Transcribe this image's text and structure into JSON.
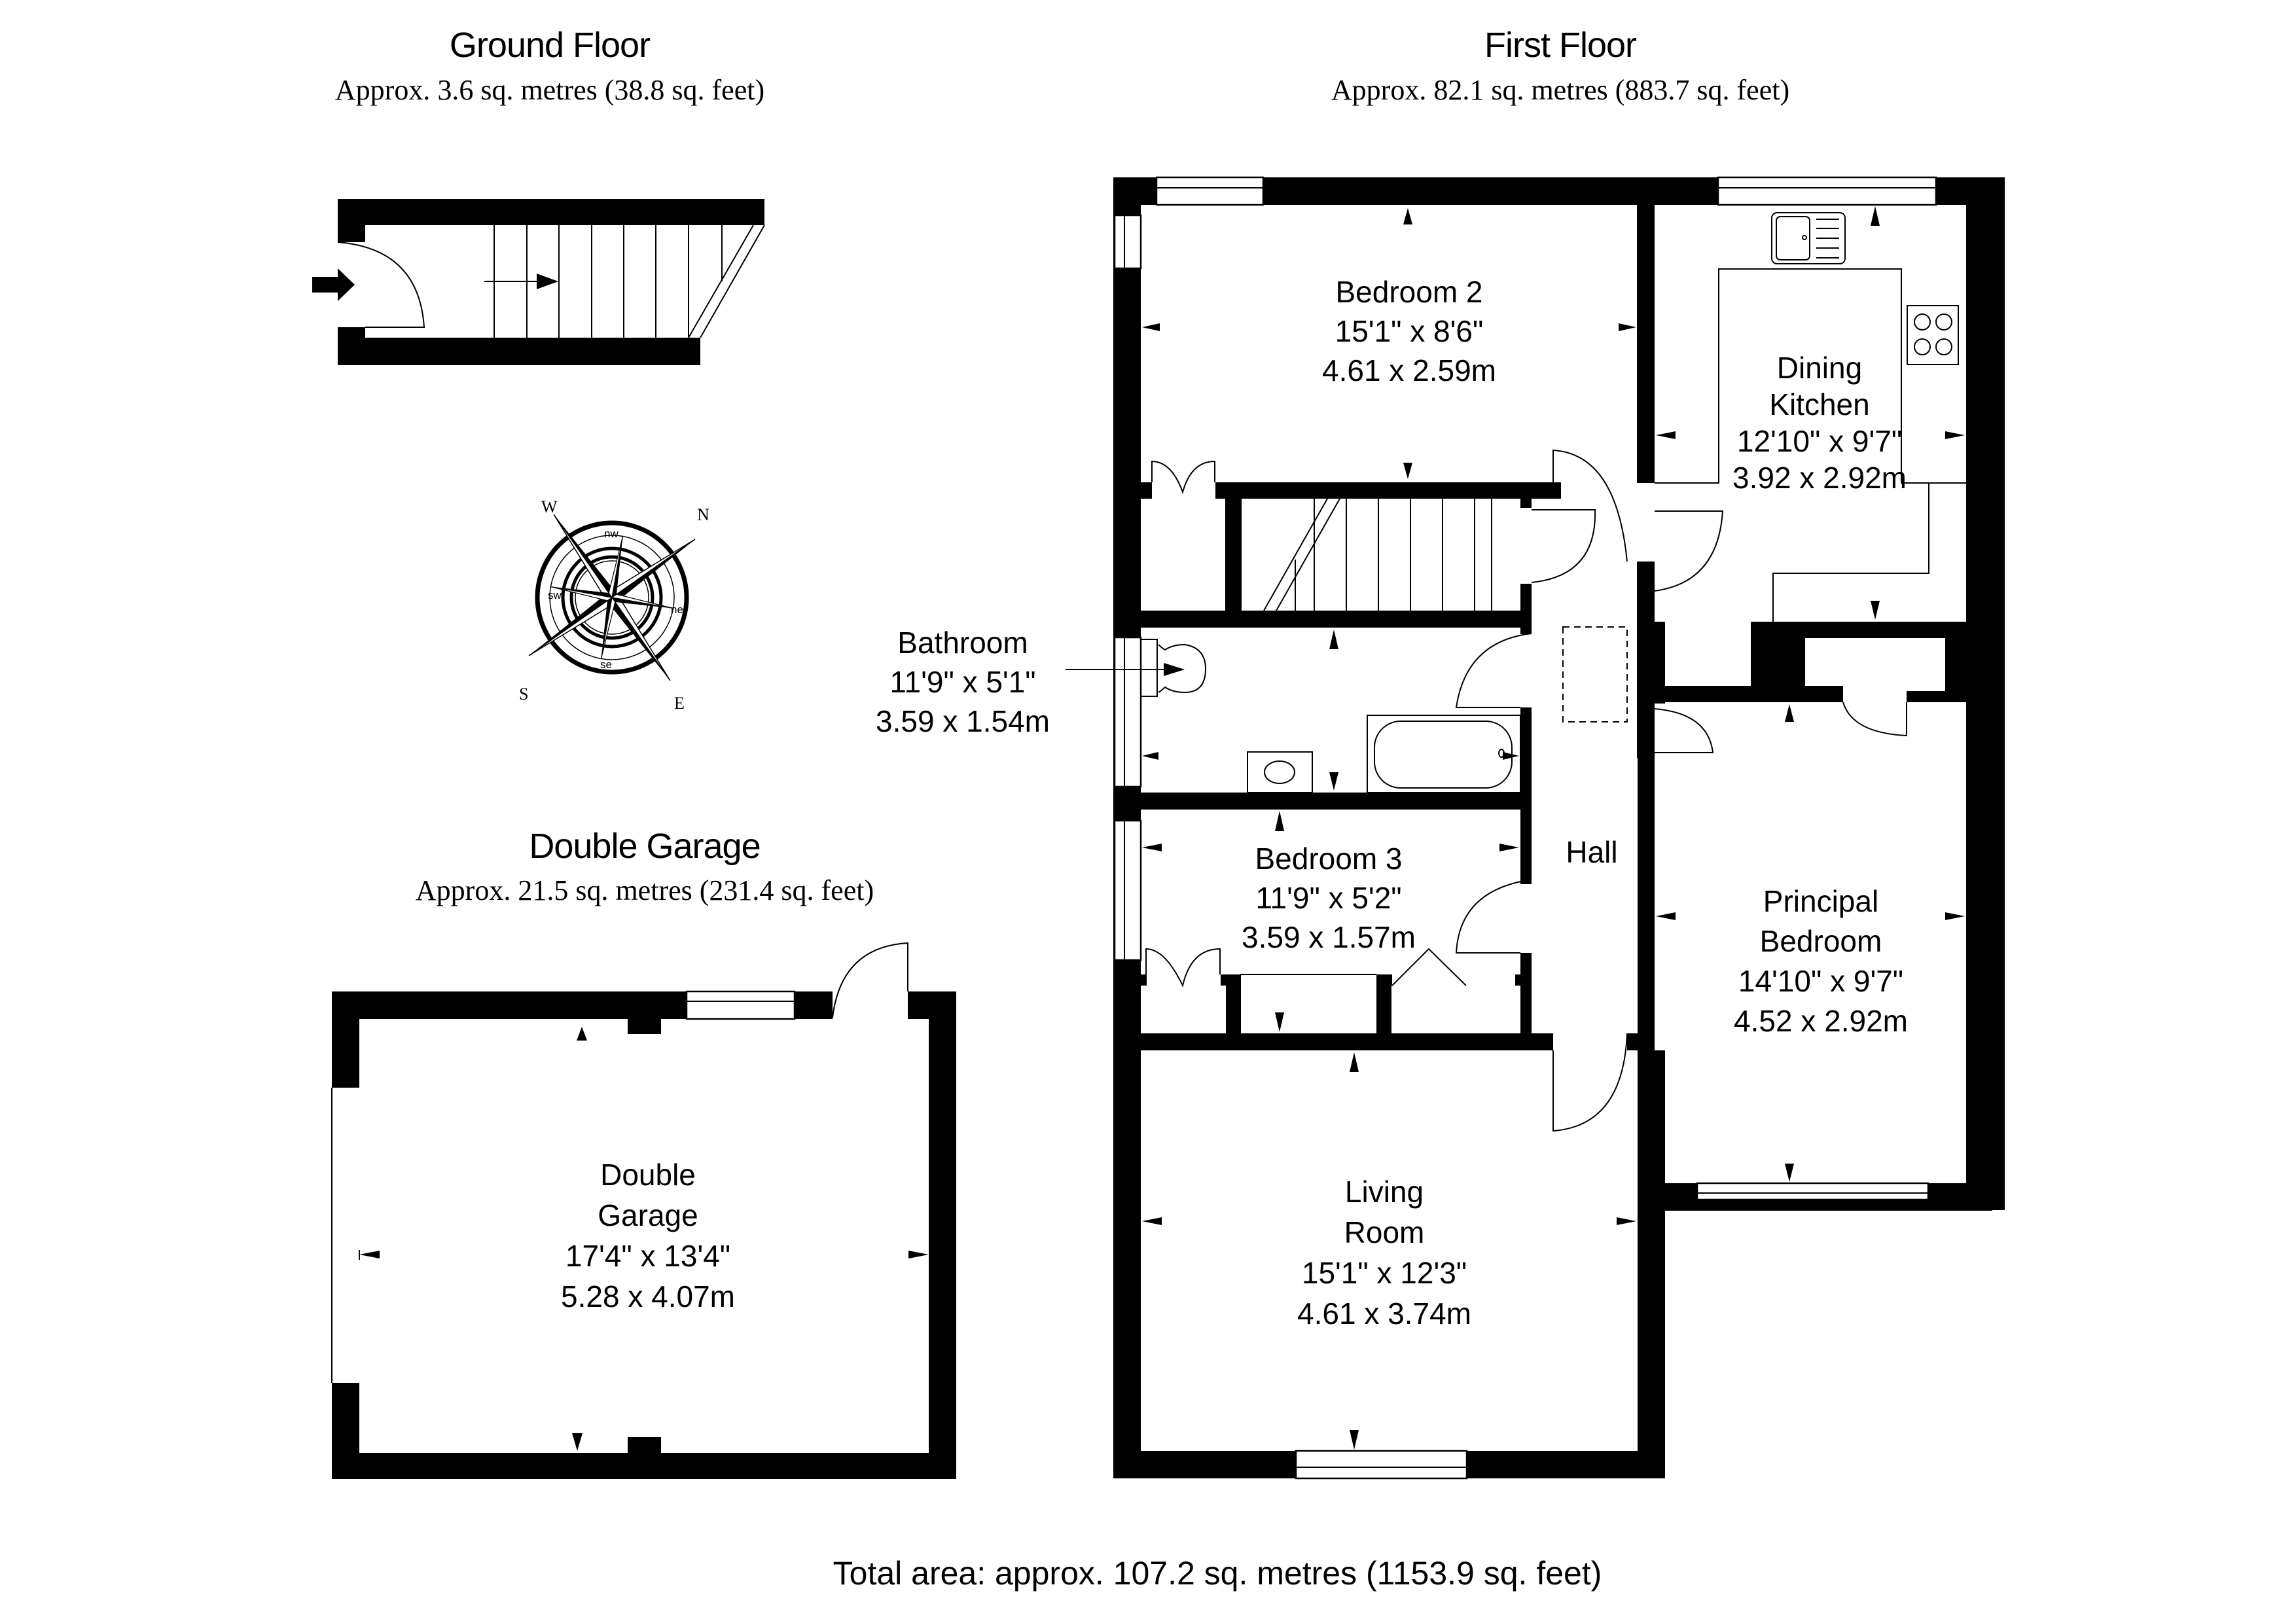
{
  "headings": {
    "ground_floor": {
      "title": "Ground Floor",
      "area": "Approx. 3.6 sq. metres (38.8 sq. feet)"
    },
    "first_floor": {
      "title": "First Floor",
      "area": "Approx. 82.1 sq. metres (883.7 sq. feet)"
    },
    "double_garage": {
      "title": "Double Garage",
      "area": "Approx. 21.5 sq. metres (231.4 sq. feet)"
    }
  },
  "rooms": {
    "bedroom2": {
      "name": "Bedroom 2",
      "imperial": "15'1\" x 8'6\"",
      "metric": "4.61 x 2.59m"
    },
    "dining_kitchen": {
      "name_line1": "Dining",
      "name_line2": "Kitchen",
      "imperial": "12'10\" x 9'7\"",
      "metric": "3.92 x 2.92m"
    },
    "bathroom": {
      "name": "Bathroom",
      "imperial": "11'9\" x 5'1\"",
      "metric": "3.59 x 1.54m"
    },
    "bedroom3": {
      "name": "Bedroom 3",
      "imperial": "11'9\" x 5'2\"",
      "metric": "3.59 x 1.57m"
    },
    "hall": {
      "name": "Hall"
    },
    "principal_bedroom": {
      "name_line1": "Principal",
      "name_line2": "Bedroom",
      "imperial": "14'10\" x 9'7\"",
      "metric": "4.52 x 2.92m"
    },
    "living_room": {
      "name_line1": "Living",
      "name_line2": "Room",
      "imperial": "15'1\" x 12'3\"",
      "metric": "4.61 x 3.74m"
    },
    "double_garage": {
      "name_line1": "Double",
      "name_line2": "Garage",
      "imperial": "17'4\" x 13'4\"",
      "metric": "5.28 x 4.07m"
    }
  },
  "compass": {
    "cardinals": {
      "n": "N",
      "e": "E",
      "s": "S",
      "w": "W"
    },
    "intercardinals": {
      "nw": "nw",
      "ne": "ne",
      "se": "se",
      "sw": "sw"
    }
  },
  "icons": [
    "entrance-arrow-icon",
    "compass-rose-icon",
    "sink-icon",
    "hob-icon",
    "toilet-icon",
    "bath-icon",
    "basin-icon"
  ],
  "total": "Total area: approx. 107.2 sq. metres (1153.9 sq. feet)",
  "colors": {
    "wall": "#000000",
    "background": "#ffffff"
  }
}
